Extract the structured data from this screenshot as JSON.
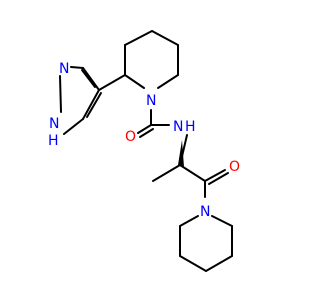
{
  "molecule": {
    "atoms": {
      "n1": "N",
      "n2": "N",
      "o1": "O",
      "n3": "N",
      "nh": "N",
      "h": "H",
      "n_pyrazole": "N"
    }
  },
  "colors": {
    "carbon": "#000000",
    "nitrogen": "#0000ff",
    "oxygen": "#ff0000"
  }
}
